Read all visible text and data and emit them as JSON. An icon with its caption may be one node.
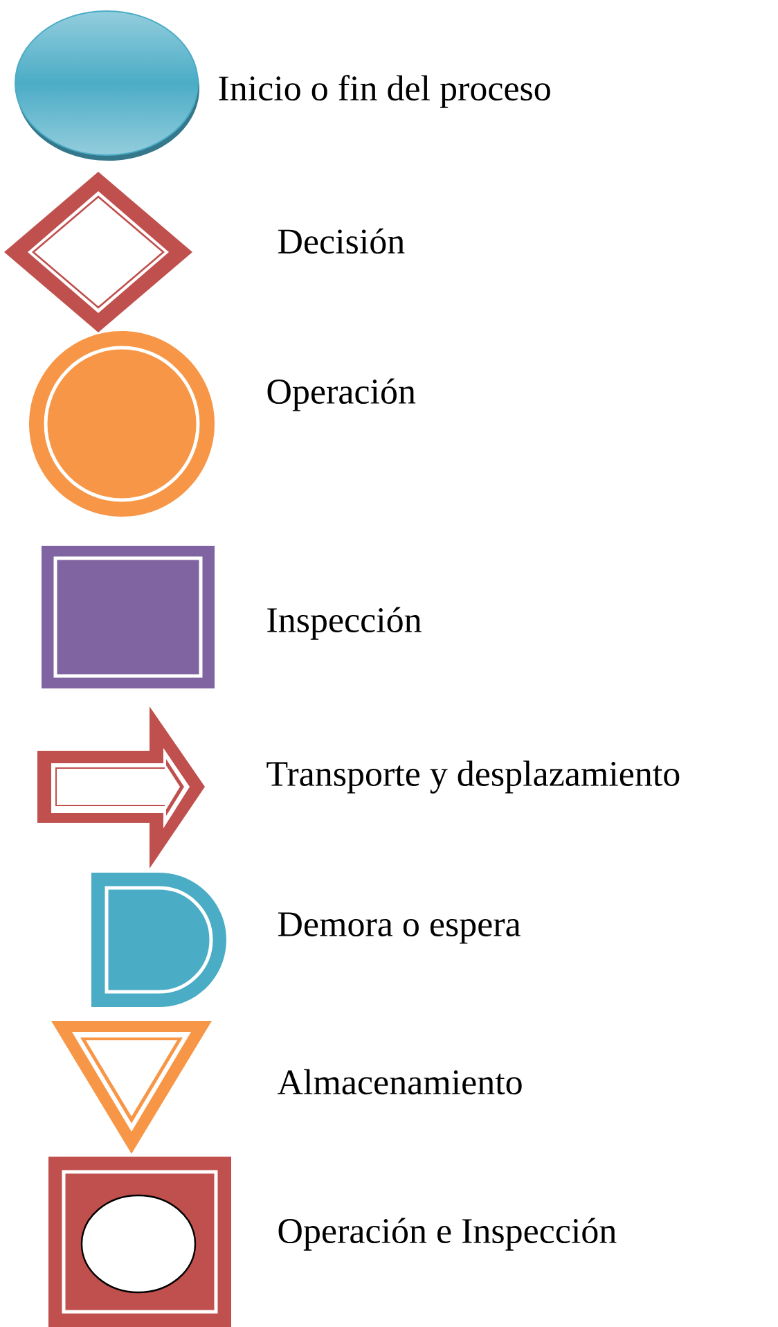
{
  "diagram": {
    "legend": [
      {
        "text": "Inicio o fin del proceso"
      },
      {
        "text": "Decisión"
      },
      {
        "text": "Operación"
      },
      {
        "text": "Inspección"
      },
      {
        "text": "Transporte y desplazamiento"
      },
      {
        "text": "Demora o espera"
      },
      {
        "text": "Almacenamiento"
      },
      {
        "text": "Operación e Inspección"
      }
    ]
  }
}
